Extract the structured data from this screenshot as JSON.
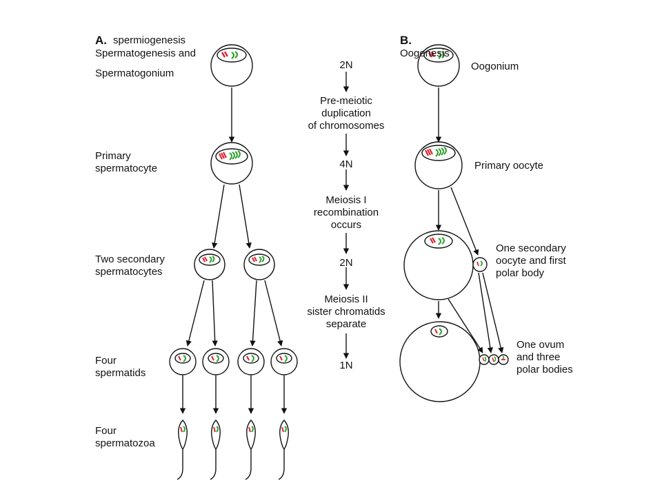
{
  "panel_a": {
    "letter": "A.",
    "title_line1": "Spermatogenesis and",
    "title_line2": "spermiogenesis",
    "labels": {
      "spermatogonium": "Spermatogonium",
      "primary": "Primary\nspermatocyte",
      "secondary": "Two secondary\nspermatocytes",
      "spermatids": "Four\nspermatids",
      "spermatozoa": "Four\nspermatozoa"
    }
  },
  "panel_b": {
    "letter": "B.",
    "title": "Oogenesis",
    "labels": {
      "oogonium": "Oogonium",
      "primary_oocyte": "Primary oocyte",
      "secondary": "One secondary\noocyte and first\npolar body",
      "ovum": "One ovum\nand three\npolar bodies"
    }
  },
  "middle": {
    "ploidy_2n_top": "2N",
    "step1": "Pre-meiotic\nduplication\nof chromosomes",
    "ploidy_4n": "4N",
    "step2": "Meiosis I\nrecombination\noccurs",
    "ploidy_2n_mid": "2N",
    "step3": "Meiosis II\nsister chromatids\nseparate",
    "ploidy_1n": "1N"
  },
  "colors": {
    "line": "#111111",
    "red": "#e0202a",
    "green": "#2aa02a"
  }
}
